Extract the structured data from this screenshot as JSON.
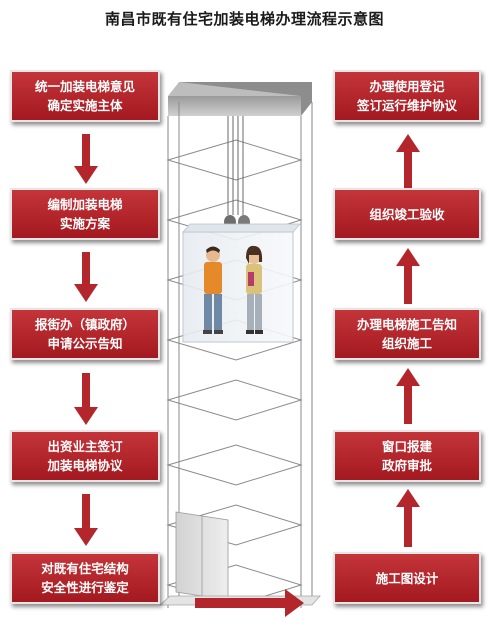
{
  "title": "南昌市既有住宅加装电梯办理流程示意图",
  "left_steps": [
    {
      "line1": "统一加装电梯意见",
      "line2": "确定实施主体"
    },
    {
      "line1": "编制加装电梯",
      "line2": "实施方案"
    },
    {
      "line1": "报街办（镇政府）",
      "line2": "申请公示告知"
    },
    {
      "line1": "出资业主签订",
      "line2": "加装电梯协议"
    },
    {
      "line1": "对既有住宅结构",
      "line2": "安全性进行鉴定"
    }
  ],
  "right_steps": [
    {
      "line1": "施工图设计",
      "line2": ""
    },
    {
      "line1": "窗口报建",
      "line2": "政府审批"
    },
    {
      "line1": "办理电梯施工告知",
      "line2": "组织施工"
    },
    {
      "line1": "组织竣工验收",
      "line2": ""
    },
    {
      "line1": "办理使用登记",
      "line2": "签订运行维护协议"
    }
  ],
  "colors": {
    "box_fill": "#b3262c",
    "box_border": "#e6e6e6",
    "arrow": "#b3262c",
    "shaft_line": "#8a8a8a",
    "text": "#ffffff"
  },
  "illustration": {
    "description_icon": "elevator-shaft-with-cab-and-two-people-icon"
  }
}
